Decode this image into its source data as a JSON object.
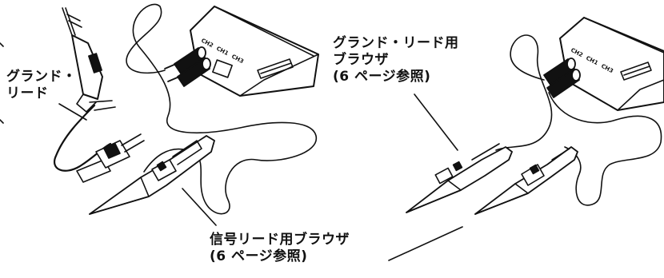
{
  "labels": {
    "ground_lead": [
      "グランド・",
      "リード"
    ],
    "ground_probe": [
      "グランド・リード用",
      "ブラウザ",
      "(6 ページ参照)"
    ],
    "signal_probe": [
      "信号リード用ブラウザ",
      "(6 ページ参照)"
    ]
  },
  "device_channel_marks": {
    "left": [
      "CH2",
      "CH1",
      "CH3"
    ],
    "right": [
      "CH2",
      "CH1",
      "CH3"
    ]
  },
  "colors": {
    "ink": "#111111",
    "paper": "#ffffff"
  }
}
